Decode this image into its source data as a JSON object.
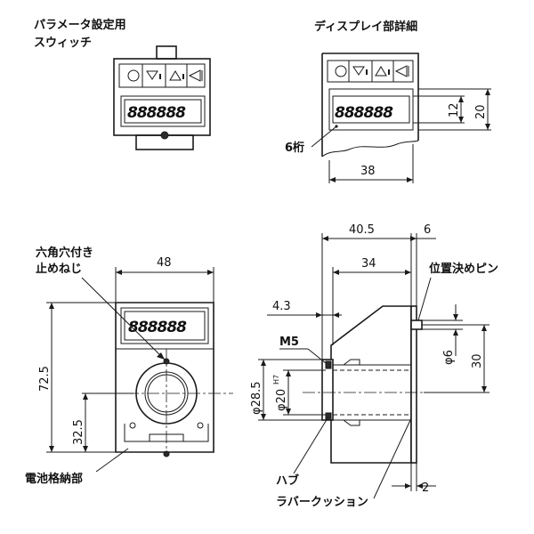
{
  "labels": {
    "param_switch_1": "パラメータ設定用",
    "param_switch_2": "スウィッチ",
    "display_detail": "ディスプレイ部詳細",
    "digits6": "6桁",
    "hex_hole_1": "六角穴付き",
    "hex_hole_2": "止めねじ",
    "battery": "電池格納部",
    "m5": "M5",
    "hub": "ハブ",
    "rubber_cushion": "ラバークッション",
    "locating_pin": "位置決めピン"
  },
  "display": {
    "digits": "888888"
  },
  "dimensions": {
    "h12": "12",
    "h20": "20",
    "w38": "38",
    "w48": "48",
    "h72_5": "72.5",
    "h32_5": "32.5",
    "d40_5": "40.5",
    "d6_top": "6",
    "d34": "34",
    "d4_3": "4.3",
    "dia28_5": "φ28.5",
    "dia20": "φ20",
    "dia20_tol": "H7",
    "dia6": "φ6",
    "h30": "30",
    "d2": "2"
  },
  "icons": [
    "circle-icon",
    "triangle-down-icon",
    "triangle-up-icon",
    "triangle-left-icon"
  ]
}
